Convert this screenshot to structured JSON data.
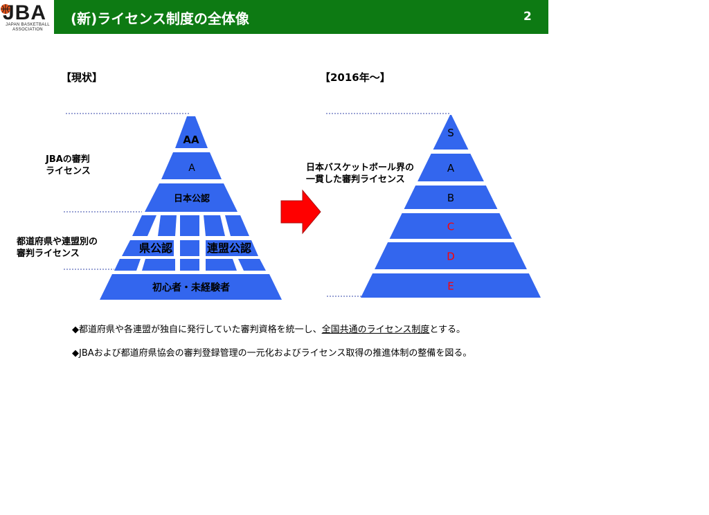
{
  "header": {
    "title": "(新)ライセンス制度の全体像",
    "page_number": "2",
    "logo_text": "JBA",
    "logo_subtext": "JAPAN BASKETBALL ASSOCIATION",
    "bar_color": "#0d7a13"
  },
  "current": {
    "title": "【現状】",
    "jba_label": "JBAの審判\nライセンス",
    "regional_label": "都道府県や連盟別の\n審判ライセンス",
    "levels": [
      "AA",
      "A",
      "日本公認"
    ],
    "regional_left": "県公認",
    "regional_right": "連盟公認",
    "base": "初心者・未経験者"
  },
  "future": {
    "title": "【2016年～】",
    "description": "日本バスケットボール界の\n一貫した審判ライセンス",
    "levels": [
      {
        "label": "S",
        "color": "#000000"
      },
      {
        "label": "A",
        "color": "#000000"
      },
      {
        "label": "B",
        "color": "#000000"
      },
      {
        "label": "C",
        "color": "#ff0000"
      },
      {
        "label": "D",
        "color": "#ff0000"
      },
      {
        "label": "E",
        "color": "#ff0000"
      }
    ]
  },
  "colors": {
    "pyramid_blue": "#3366ee",
    "arrow_red": "#ff0000"
  },
  "bullets": [
    {
      "marker": "◆",
      "before": "都道府県や各連盟が独自に発行していた審判資格を統一し、",
      "emphasis": "全国共通のライセンス制度",
      "after": "とする。"
    },
    {
      "marker": "◆",
      "text": "JBAおよび都道府県協会の審判登録管理の一元化およびライセンス取得の推進体制の整備を図る。"
    }
  ]
}
